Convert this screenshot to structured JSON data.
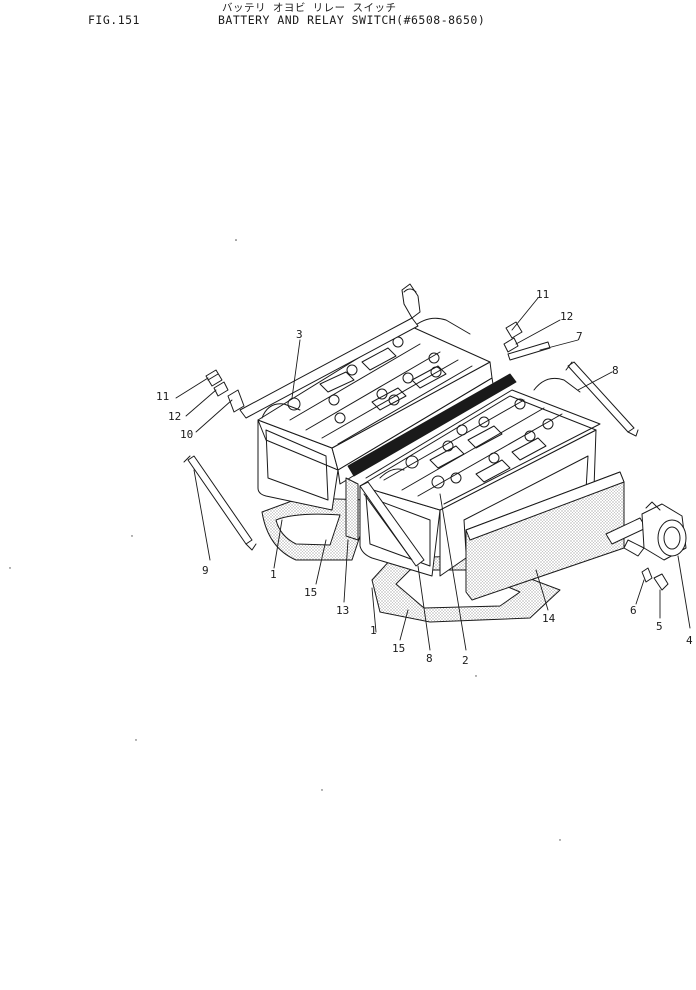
{
  "header": {
    "fig_label": "FIG.151",
    "title_jp": "バッテリ オヨビ リレー スイッチ",
    "title_en": "BATTERY AND RELAY SWITCH(#6508-8650)"
  },
  "callouts": [
    {
      "id": "c1",
      "label": "1"
    },
    {
      "id": "c1b",
      "label": "1"
    },
    {
      "id": "c2",
      "label": "2"
    },
    {
      "id": "c3",
      "label": "3"
    },
    {
      "id": "c4",
      "label": "4"
    },
    {
      "id": "c5",
      "label": "5"
    },
    {
      "id": "c6",
      "label": "6"
    },
    {
      "id": "c7",
      "label": "7"
    },
    {
      "id": "c8a",
      "label": "8"
    },
    {
      "id": "c8b",
      "label": "8"
    },
    {
      "id": "c9",
      "label": "9"
    },
    {
      "id": "c10",
      "label": "10"
    },
    {
      "id": "c11a",
      "label": "11"
    },
    {
      "id": "c11b",
      "label": "11"
    },
    {
      "id": "c12a",
      "label": "12"
    },
    {
      "id": "c12b",
      "label": "12"
    },
    {
      "id": "c13",
      "label": "13"
    },
    {
      "id": "c14",
      "label": "14"
    },
    {
      "id": "c15a",
      "label": "15"
    },
    {
      "id": "c15b",
      "label": "15"
    }
  ],
  "colors": {
    "ink": "#1a1a1a",
    "paper": "#ffffff",
    "stipple": "#888888"
  }
}
